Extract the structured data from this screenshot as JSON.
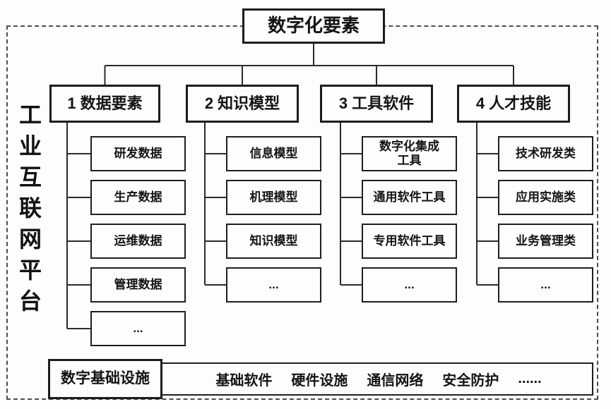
{
  "diagram": {
    "root_label": "数字化要素",
    "side_label": "工业互联网平台",
    "columns": [
      {
        "title": "1 数据要素",
        "children": [
          "研发数据",
          "生产数据",
          "运维数据",
          "管理数据",
          "..."
        ]
      },
      {
        "title": "2 知识模型",
        "children": [
          "信息模型",
          "机理模型",
          "知识模型",
          "..."
        ]
      },
      {
        "title": "3 工具软件",
        "children": [
          "数字化集成\n工具",
          "通用软件工具",
          "专用软件工具",
          "..."
        ]
      },
      {
        "title": "4 人才技能",
        "children": [
          "技术研发类",
          "应用实施类",
          "业务管理类",
          "..."
        ]
      }
    ],
    "foundation": {
      "label": "数字基础设施",
      "items": [
        "基础软件",
        "硬件设施",
        "通信网络",
        "安全防护",
        "......"
      ]
    },
    "colors": {
      "line": "#2b2b2b",
      "box_border": "#1c1c1c",
      "dashed_border": "#4d4d4d",
      "background": "#fdfdfd",
      "text": "#141414"
    }
  }
}
